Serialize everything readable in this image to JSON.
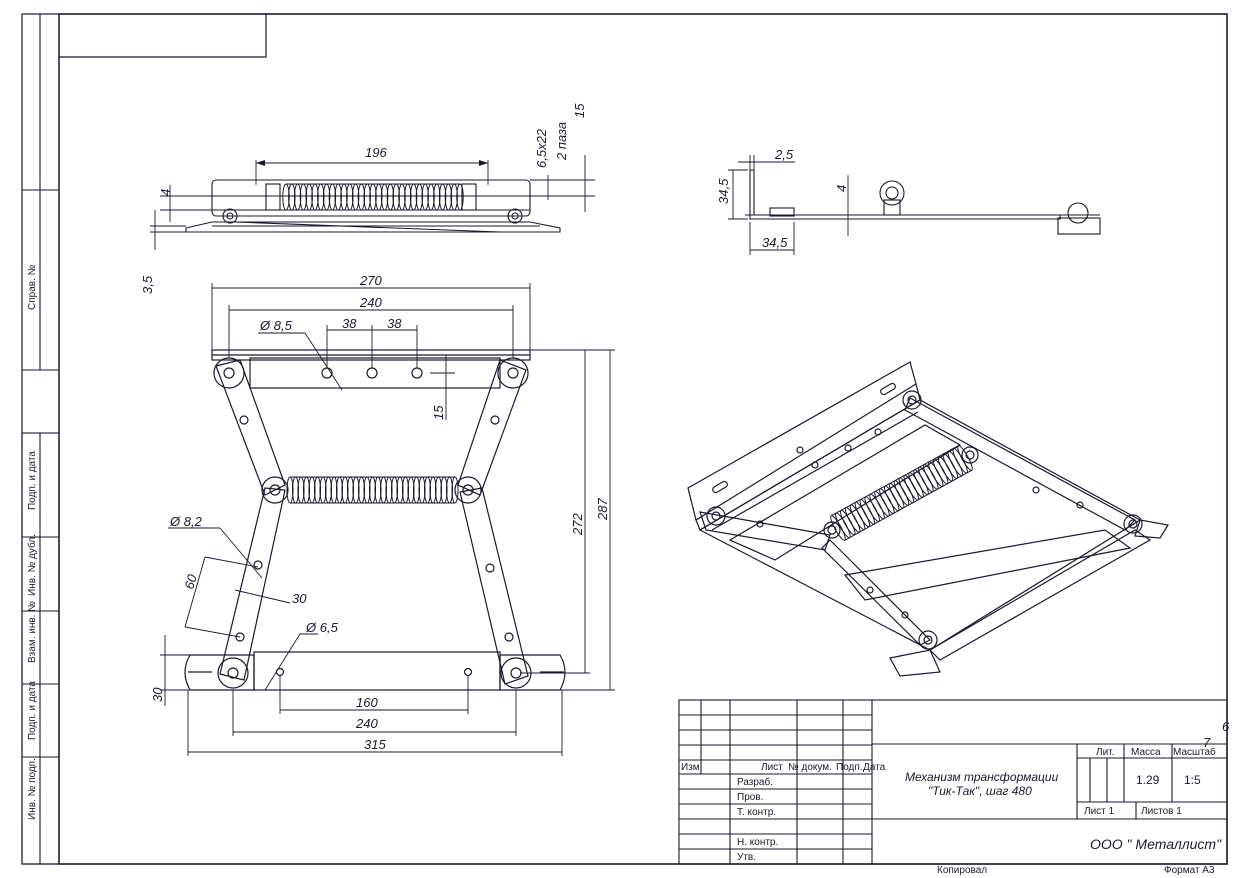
{
  "colors": {
    "line": "#1a1a2e",
    "paper": "#ffffff"
  },
  "side_stamps": [
    "Справ. №",
    "Подп. и дата",
    "Инв. № дубл.",
    "Взам. инв. №",
    "Подп. и дата",
    "Инв. № подп."
  ],
  "dimensions": {
    "top_view": {
      "d196": "196",
      "d6_5x22": "6,5x22",
      "d2paza": "2 паза",
      "d15": "15",
      "d4": "4",
      "d3_5": "3,5"
    },
    "end_view": {
      "d2_5": "2,5",
      "d34_5_v": "34,5",
      "d34_5_h": "34,5",
      "d4": "4"
    },
    "plan": {
      "d270": "270",
      "d240_top": "240",
      "dia8_5": "Ø 8,5",
      "d38a": "38",
      "d38b": "38",
      "d15": "15",
      "d272": "272",
      "d287": "287",
      "dia8_2": "Ø 8,2",
      "d60": "60",
      "d30_slant": "30",
      "dia6_5": "Ø 6,5",
      "d30_v": "30",
      "d160": "160",
      "d240_bot": "240",
      "d315": "315"
    }
  },
  "title_block": {
    "header": {
      "izm": "Изм.",
      "list": "Лист",
      "ndokum": "№ докум.",
      "podp": "Подп.",
      "data": "Дата"
    },
    "rows": [
      "Разраб.",
      "Пров.",
      "Т. контр.",
      "",
      "Н. контр.",
      "Утв."
    ],
    "title_line1": "Механизм трансформации",
    "title_line2": "\"Тик-Так\", шаг 480",
    "lit_label": "Лит.",
    "mass_label": "Масса",
    "scale_label": "Масштаб",
    "mass_value": "1.29",
    "scale_value": "1:5",
    "sheet_label": "Лист 1",
    "sheets_label": "Листов 1",
    "company": "ООО \" Металлист\"",
    "copied": "Копировал",
    "format": "Формат А3",
    "corner_6": "6",
    "corner_7": "7"
  }
}
